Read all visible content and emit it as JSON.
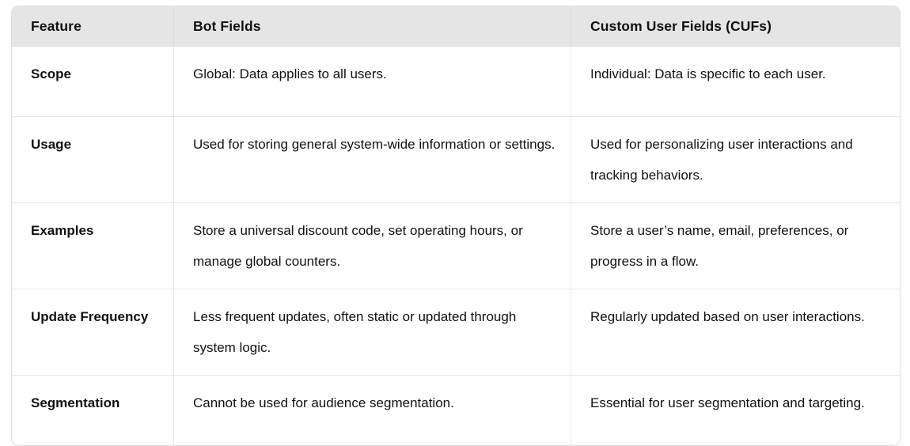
{
  "table": {
    "columns": [
      "Feature",
      "Bot Fields",
      "Custom User Fields (CUFs)"
    ],
    "rows": [
      {
        "feature": "Scope",
        "bot_fields": "Global: Data applies to all users.",
        "custom_user_fields": "Individual: Data is specific to each user."
      },
      {
        "feature": "Usage",
        "bot_fields": "Used for storing general system-wide information or settings.",
        "custom_user_fields": "Used for personalizing user interactions and tracking behaviors."
      },
      {
        "feature": "Examples",
        "bot_fields": "Store a universal discount code, set operating hours, or manage global counters.",
        "custom_user_fields": "Store a user’s name, email, preferences, or progress in a flow."
      },
      {
        "feature": "Update Frequency",
        "bot_fields": "Less frequent updates, often static or updated through system logic.",
        "custom_user_fields": "Regularly updated based on user interactions."
      },
      {
        "feature": "Segmentation",
        "bot_fields": "Cannot be used for audience segmentation.",
        "custom_user_fields": "Essential for user segmentation and targeting."
      }
    ]
  },
  "colors": {
    "header_background": "#e5e5e5",
    "border": "#e0e0e0",
    "text": "#111111",
    "page_background": "#ffffff"
  }
}
